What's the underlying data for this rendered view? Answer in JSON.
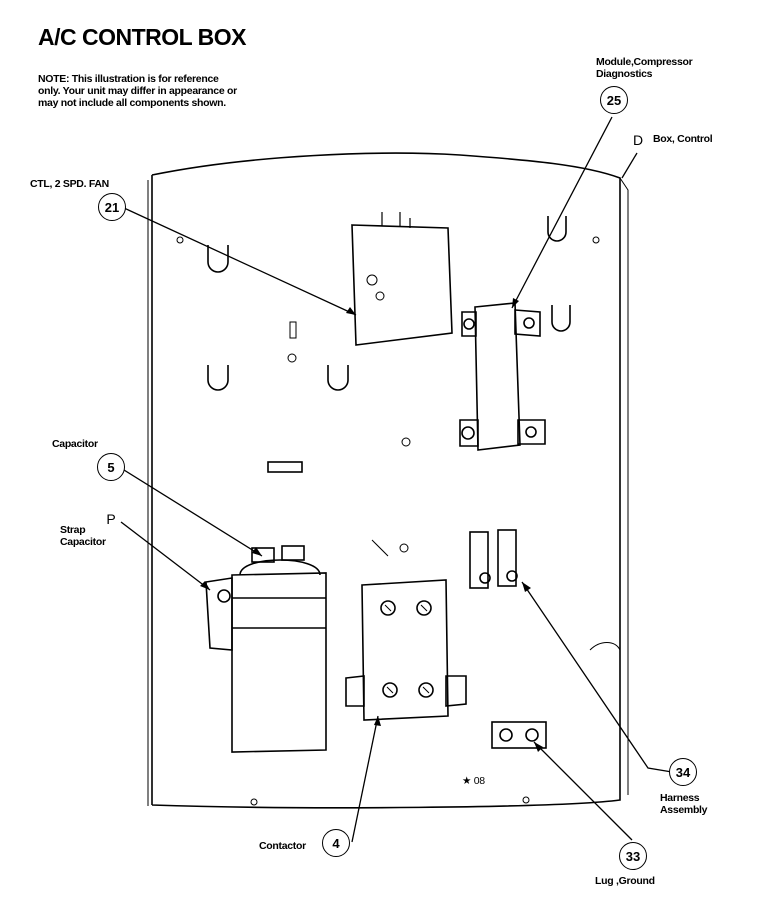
{
  "title": "A/C CONTROL BOX",
  "note": "NOTE: This illustration is for reference only. Your unit may differ in appearance or may not include all components shown.",
  "callouts": {
    "c25": {
      "number": "25",
      "label_line1": "Module,Compressor",
      "label_line2": "Diagnostics"
    },
    "cD": {
      "number": "D",
      "label": "Box, Control"
    },
    "c21": {
      "number": "21",
      "label": "CTL, 2 SPD. FAN"
    },
    "c5": {
      "number": "5",
      "label": "Capacitor"
    },
    "cP": {
      "number": "P",
      "label_line1": "Strap",
      "label_line2": "Capacitor"
    },
    "c4": {
      "number": "4",
      "label": "Contactor"
    },
    "c34": {
      "number": "34",
      "label_line1": "Harness",
      "label_line2": "Assembly"
    },
    "c33": {
      "number": "33",
      "label": "Lug ,Ground"
    }
  },
  "marks": {
    "star": "★ 08"
  }
}
